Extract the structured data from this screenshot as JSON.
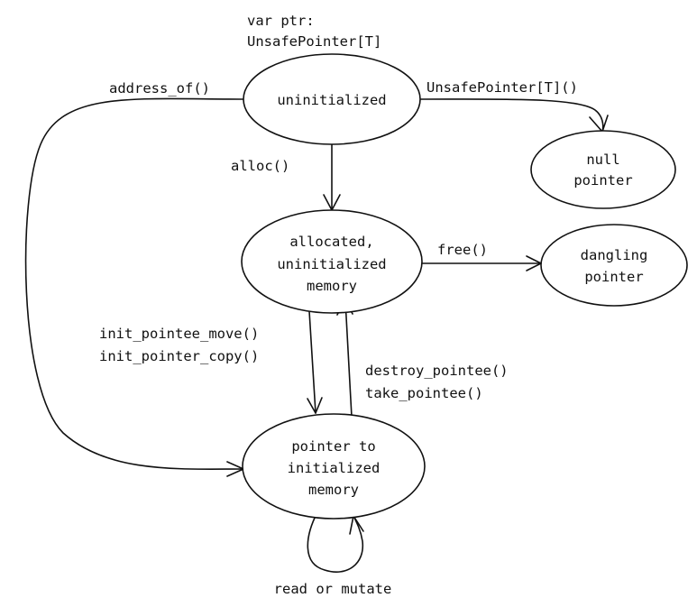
{
  "diagram": {
    "start_label": {
      "line1": "var ptr:",
      "line2": "UnsafePointer[T]"
    },
    "states": {
      "uninitialized": "uninitialized",
      "null_pointer": {
        "line1": "null",
        "line2": "pointer"
      },
      "allocated": {
        "line1": "allocated,",
        "line2": "uninitialized",
        "line3": "memory"
      },
      "dangling": {
        "line1": "dangling",
        "line2": "pointer"
      },
      "initialized": {
        "line1": "pointer to",
        "line2": "initialized",
        "line3": "memory"
      }
    },
    "transitions": {
      "address_of": "address_of()",
      "null_ctor": "UnsafePointer[T]()",
      "alloc": "alloc()",
      "free": "free()",
      "init_move": "init_pointee_move()",
      "init_copy": "init_pointer_copy()",
      "destroy": "destroy_pointee()",
      "take": "take_pointee()",
      "read_mutate": "read or mutate"
    }
  }
}
